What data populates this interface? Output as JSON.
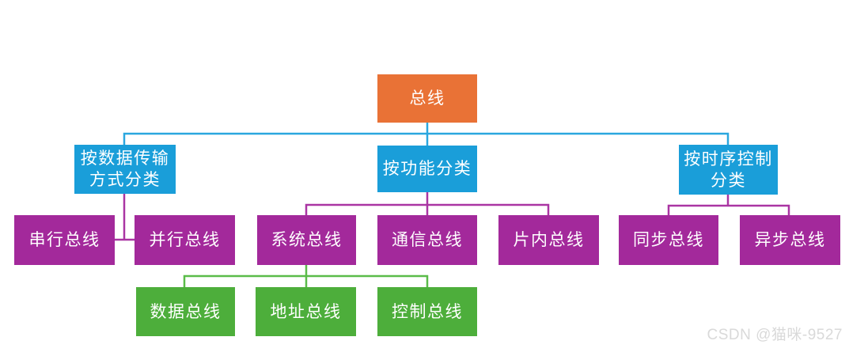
{
  "diagram": {
    "nodes": {
      "root": {
        "label": "总线"
      },
      "cat_transfer": {
        "line1": "按数据传输",
        "line2": "方式分类"
      },
      "cat_function": {
        "label": "按功能分类"
      },
      "cat_timing": {
        "line1": "按时序控制",
        "line2": "分类"
      },
      "serial": {
        "label": "串行总线"
      },
      "parallel": {
        "label": "并行总线"
      },
      "system": {
        "label": "系统总线"
      },
      "comm": {
        "label": "通信总线"
      },
      "onchip": {
        "label": "片内总线"
      },
      "sync": {
        "label": "同步总线"
      },
      "async": {
        "label": "异步总线"
      },
      "data_bus": {
        "label": "数据总线"
      },
      "addr_bus": {
        "label": "地址总线"
      },
      "ctrl_bus": {
        "label": "控制总线"
      }
    },
    "colors": {
      "root_fill": "#E97236",
      "category_fill": "#1A9ED9",
      "level3_fill": "#A3299B",
      "level4_fill": "#4DAE3B",
      "connector_blue": "#2AA7DF",
      "connector_magenta": "#AA35A3",
      "connector_green": "#5ABC49",
      "text": "#FFFFFF",
      "watermark": "#D9D9D9"
    }
  },
  "watermark": {
    "text": "CSDN @猫咪-9527"
  }
}
